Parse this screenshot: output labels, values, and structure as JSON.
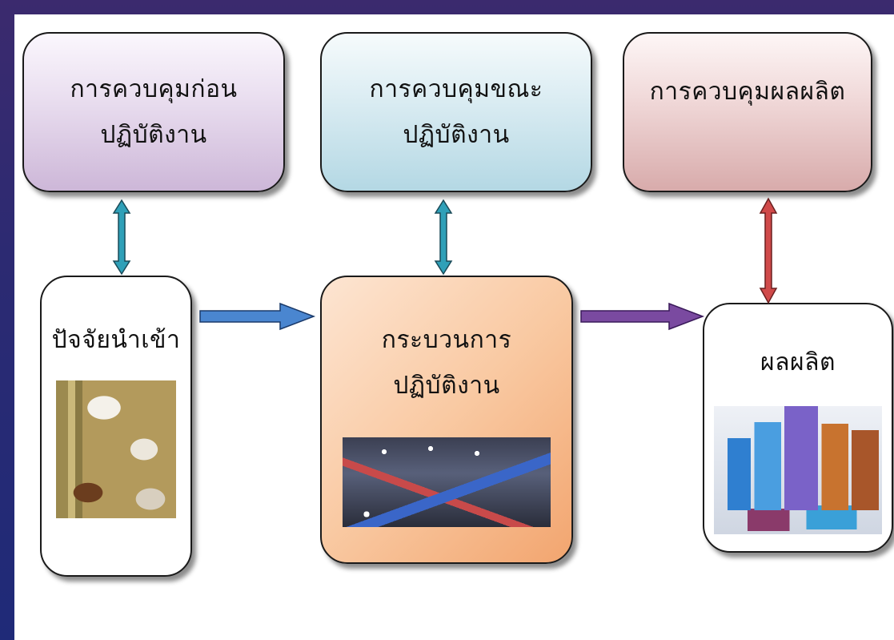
{
  "slide": {
    "boxes": {
      "control_before": "การควบคุมก่อน\nปฏิบัติงาน",
      "control_during": "การควบคุมขณะ\nปฏิบัติงาน",
      "control_output": "การควบคุมผลผลิต",
      "input": "ปัจจัยนำเข้า",
      "process": "กระบวนการ\nปฏิบัติงาน",
      "output": "ผลผลิต"
    },
    "photos": {
      "input": "sugar-and-sugarcane-photo",
      "process": "factory-process-photo",
      "output": "sugar-products-photo"
    },
    "colors": {
      "background_frame": "#2a2466",
      "arrow_vertical_teal": "#2fa0b8",
      "arrow_vertical_red": "#d04a4a",
      "arrow_input_blue": "#4a86d0",
      "arrow_process_purple": "#7a4aa0"
    }
  }
}
